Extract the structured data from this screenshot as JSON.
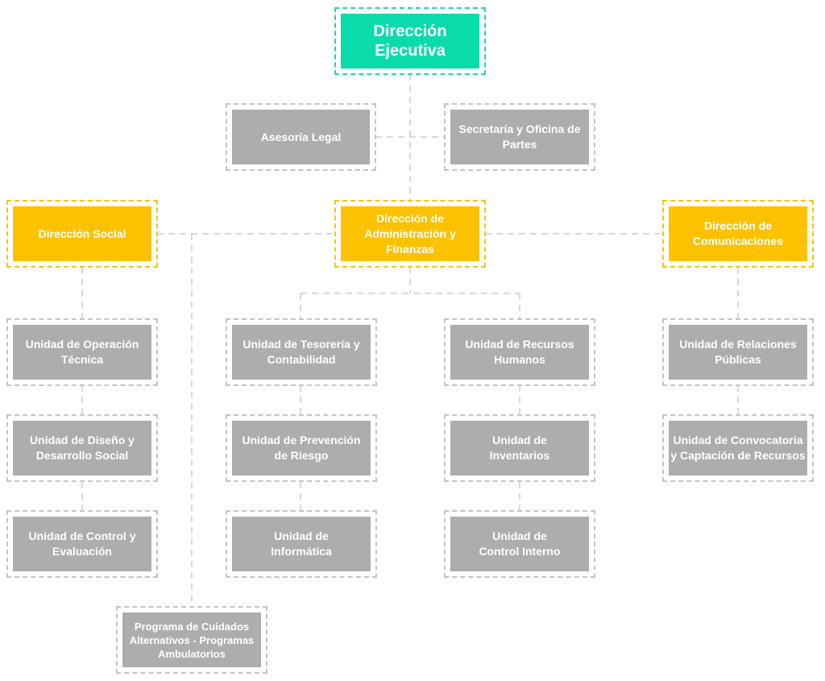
{
  "colors": {
    "executive": "#09dcaa",
    "direction": "#fcc200",
    "unit": "#adadad",
    "connector": "#cccccc"
  },
  "executive": {
    "label": "Dirección Ejecutiva"
  },
  "staff": {
    "legal": "Asesoría Legal",
    "secretaria": "Secretaría y Oficina de Partes"
  },
  "directions": {
    "social": "Dirección Social",
    "administracion": "Dirección de Administración y Finanzas",
    "comunicaciones": "Dirección de Comunicaciones"
  },
  "units": {
    "social": [
      "Unidad de Operación Técnica",
      "Unidad de Diseño y Desarrollo Social",
      "Unidad de Control y Evaluación"
    ],
    "tesoreria": [
      "Unidad de Tesorería y Contabilidad",
      "Unidad de Prevención de Riesgo",
      "Unidad de Informática"
    ],
    "recursos_humanos": [
      "Unidad de Recursos Humanos",
      "Unidad de Inventarios",
      "Unidad de Control Interno"
    ],
    "comunicaciones": [
      "Unidad de Relaciones Públicas",
      "Unidad de Convocatoria y Captación de Recursos"
    ]
  },
  "program": {
    "label": "Programa de Cuidados Alternativos - Programas Ambulatorios"
  }
}
